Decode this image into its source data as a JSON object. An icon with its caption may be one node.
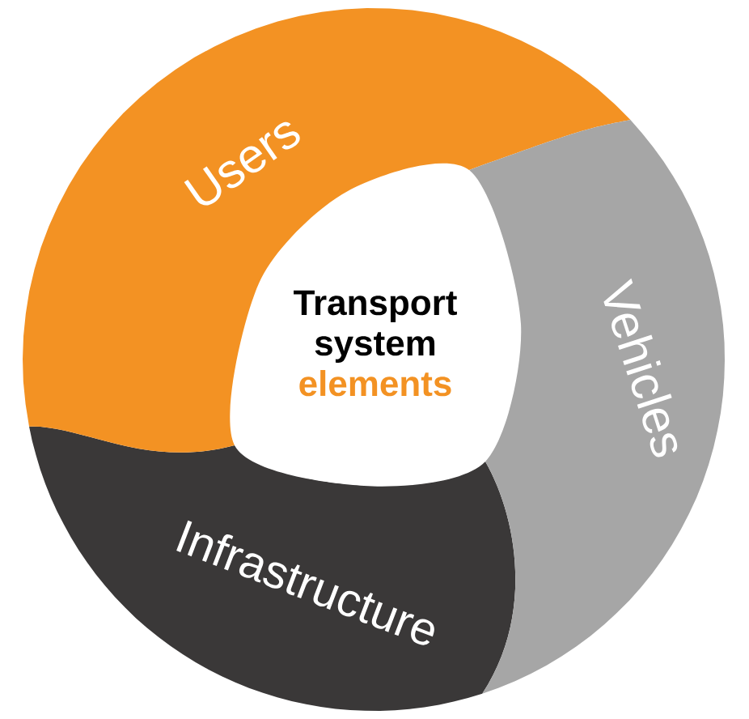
{
  "diagram": {
    "nodes": [
      {
        "text": [
          "Transport system",
          "elements"
        ]
      },
      {
        "text": [
          "Users"
        ]
      },
      {
        "text": [
          "Vehicles"
        ]
      },
      {
        "text": [
          "Infrastructure"
        ]
      }
    ]
  }
}
